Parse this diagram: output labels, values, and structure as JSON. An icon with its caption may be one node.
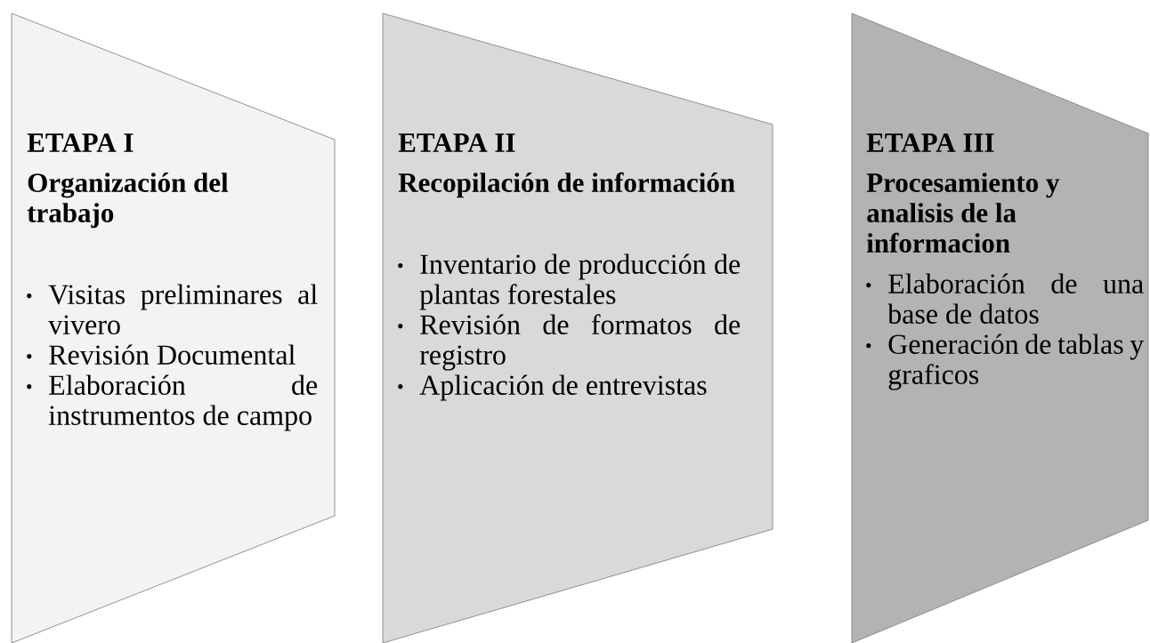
{
  "diagram": {
    "nodes": [
      {
        "text": [
          "ETAPA I",
          "Organización del trabajo",
          "Visitas preliminares al vivero",
          "Revisión Documental",
          "Elaboración de instrumentos de campo"
        ]
      },
      {
        "text": [
          "ETAPA II",
          "Recopilación de información",
          "Inventario de producción de plantas forestales",
          "Revisión de formatos de registro",
          "Aplicación de entrevistas"
        ]
      },
      {
        "text": [
          "ETAPA III",
          "Procesamiento y analisis de la informacion",
          "Elaboración de una base de datos",
          "Generación de tablas y graficos"
        ]
      }
    ]
  }
}
